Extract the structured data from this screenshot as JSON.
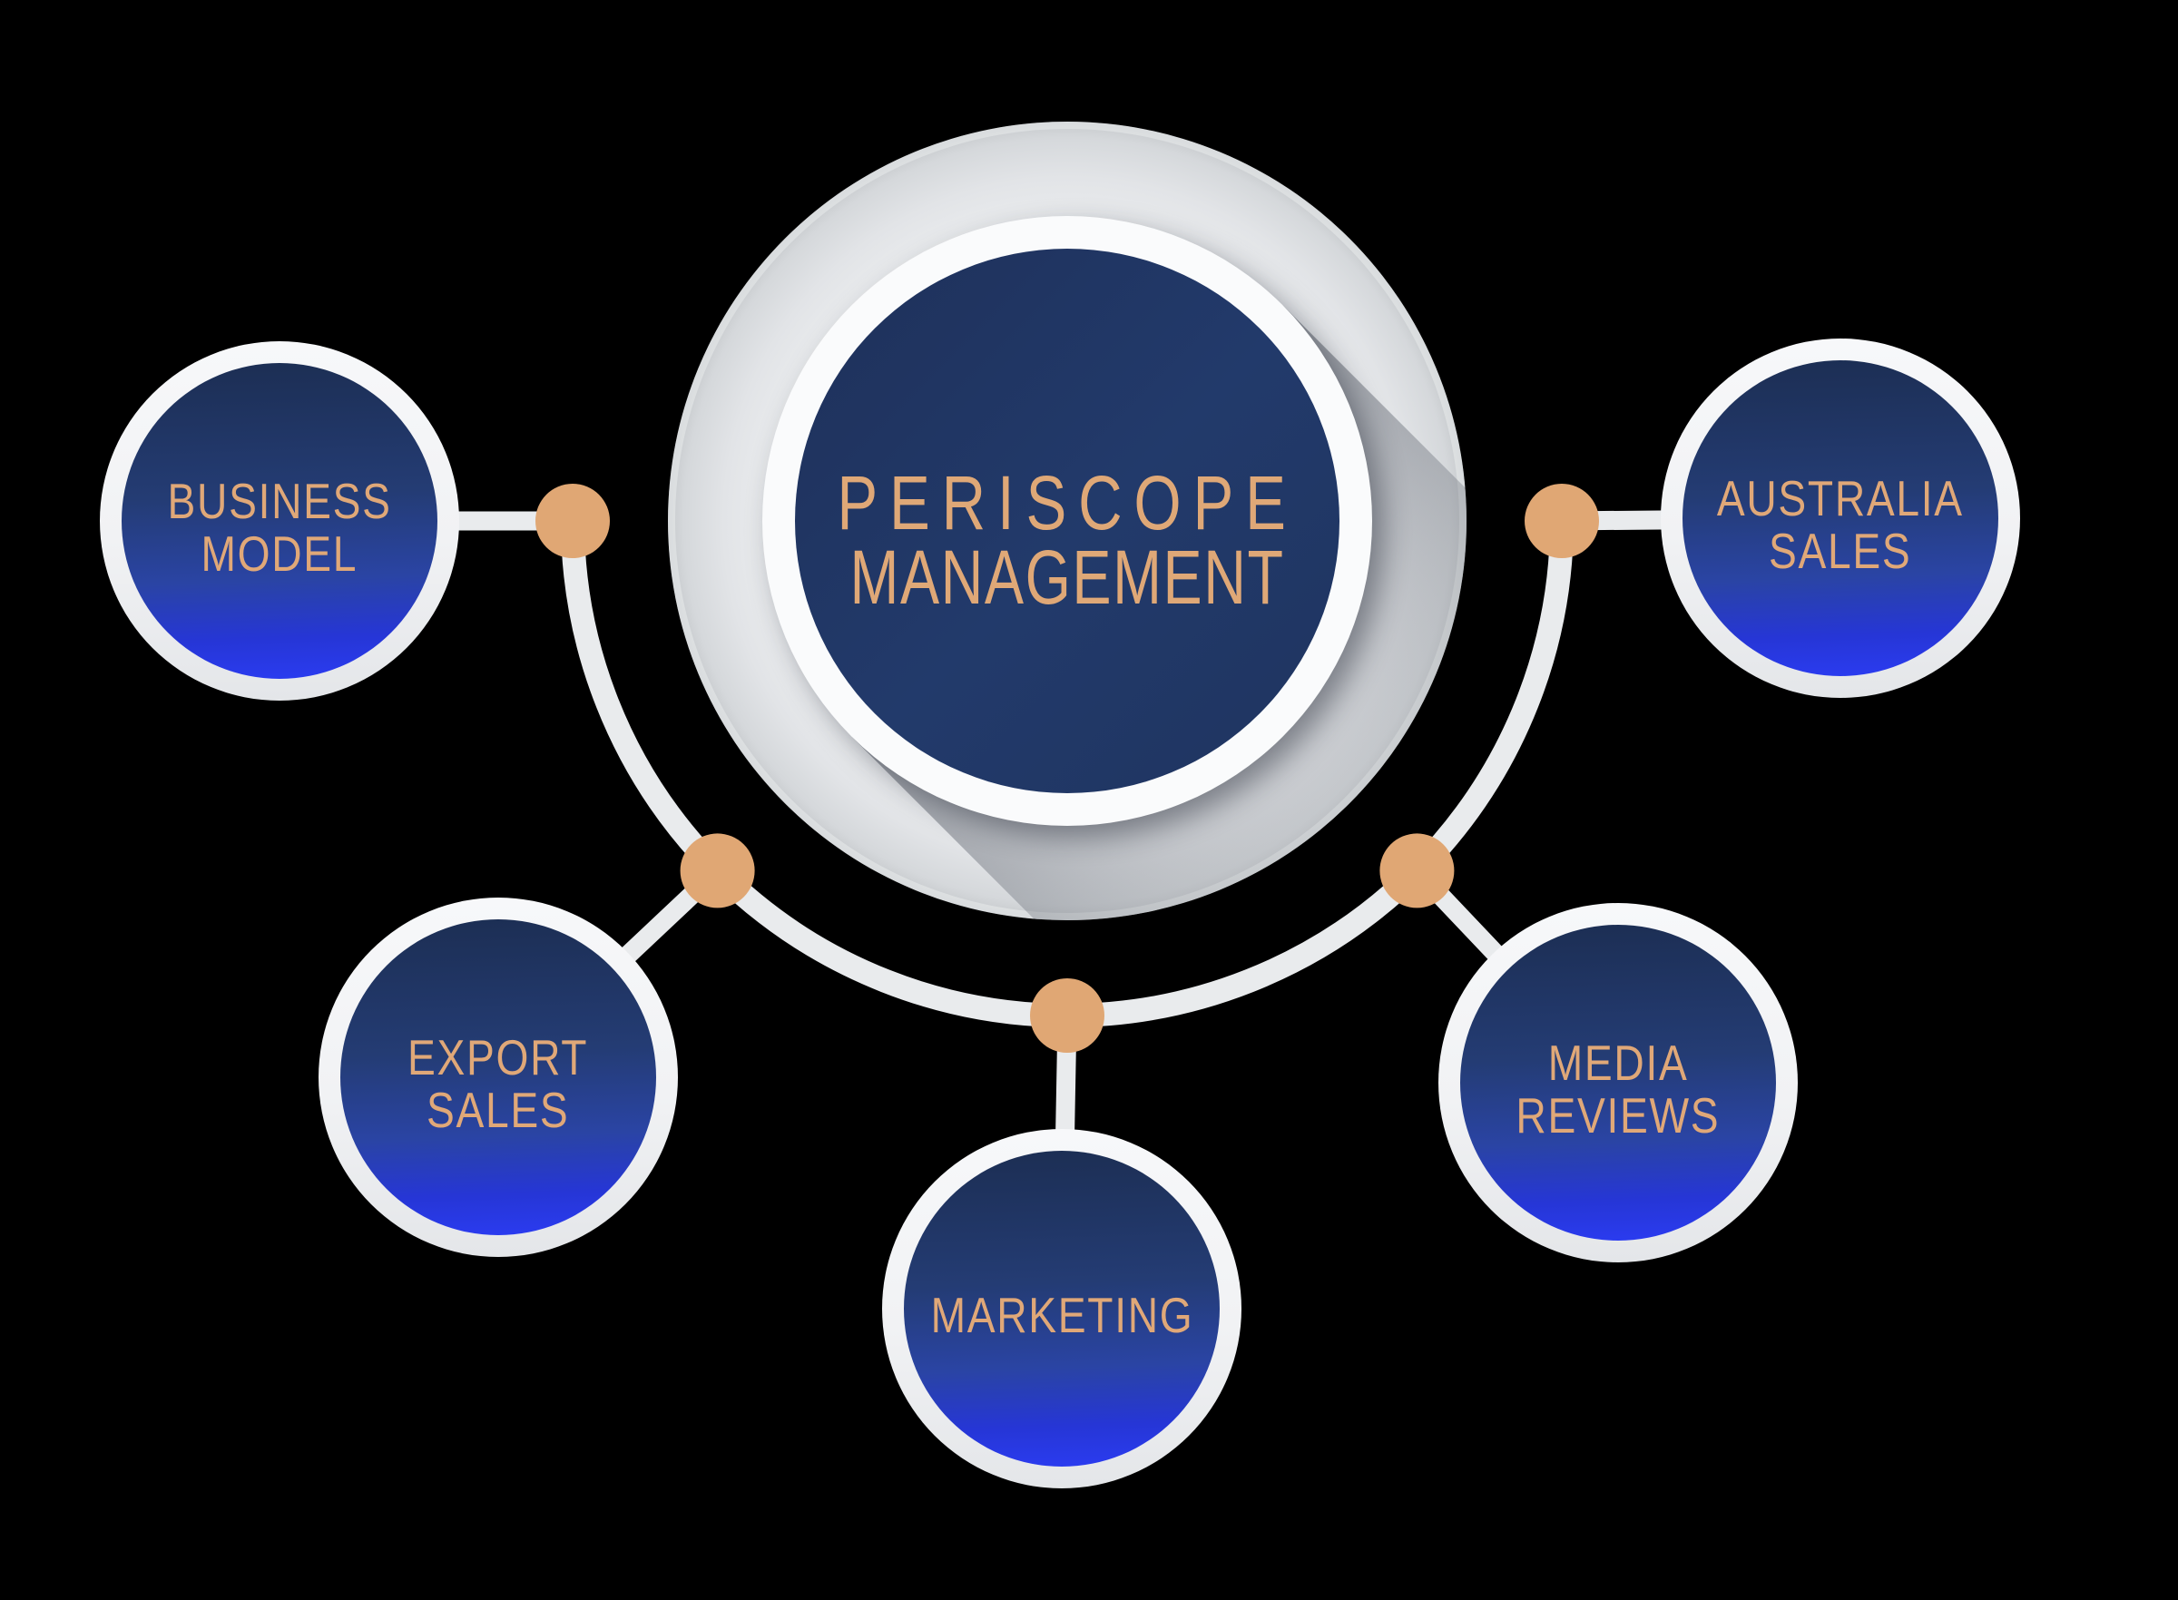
{
  "background": "#000000",
  "palette": {
    "accent_tan": "#E0A774",
    "hub_navy": "#213A6B",
    "satellite_navy_top": "#1C2E53",
    "satellite_blue_bottom": "#2B3CF2",
    "ring_white": "#F4F5F7",
    "connector_gray": "#E9EBED"
  },
  "hub": {
    "title_line1": "PERISCOPE",
    "title_line2": "MANAGEMENT"
  },
  "satellites": [
    {
      "label_line1": "BUSINESS",
      "label_line2": "MODEL"
    },
    {
      "label_line1": "EXPORT",
      "label_line2": "SALES"
    },
    {
      "label_line1": "MARKETING"
    },
    {
      "label_line1": "MEDIA",
      "label_line2": "REVIEWS"
    },
    {
      "label_line1": "AUSTRALIA",
      "label_line2": "SALES"
    }
  ]
}
